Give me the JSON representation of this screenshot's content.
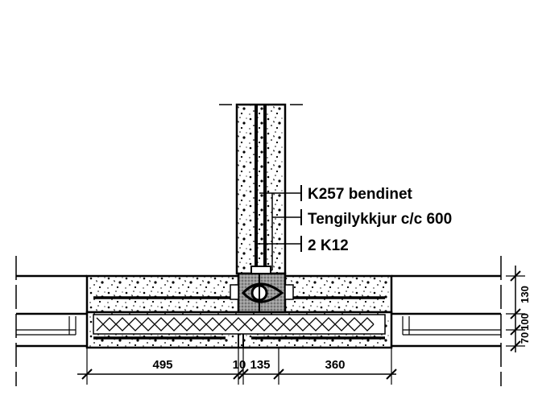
{
  "callouts": [
    {
      "text": "K257 bendinet"
    },
    {
      "text": "Tengilykkjur c/c 600"
    },
    {
      "text": "2 K12"
    }
  ],
  "dimensions_horizontal": [
    {
      "text": "495"
    },
    {
      "text": "10"
    },
    {
      "text": "135"
    },
    {
      "text": "360"
    }
  ],
  "dimensions_vertical": [
    {
      "text": "130"
    },
    {
      "text": "100"
    },
    {
      "text": "70"
    }
  ]
}
